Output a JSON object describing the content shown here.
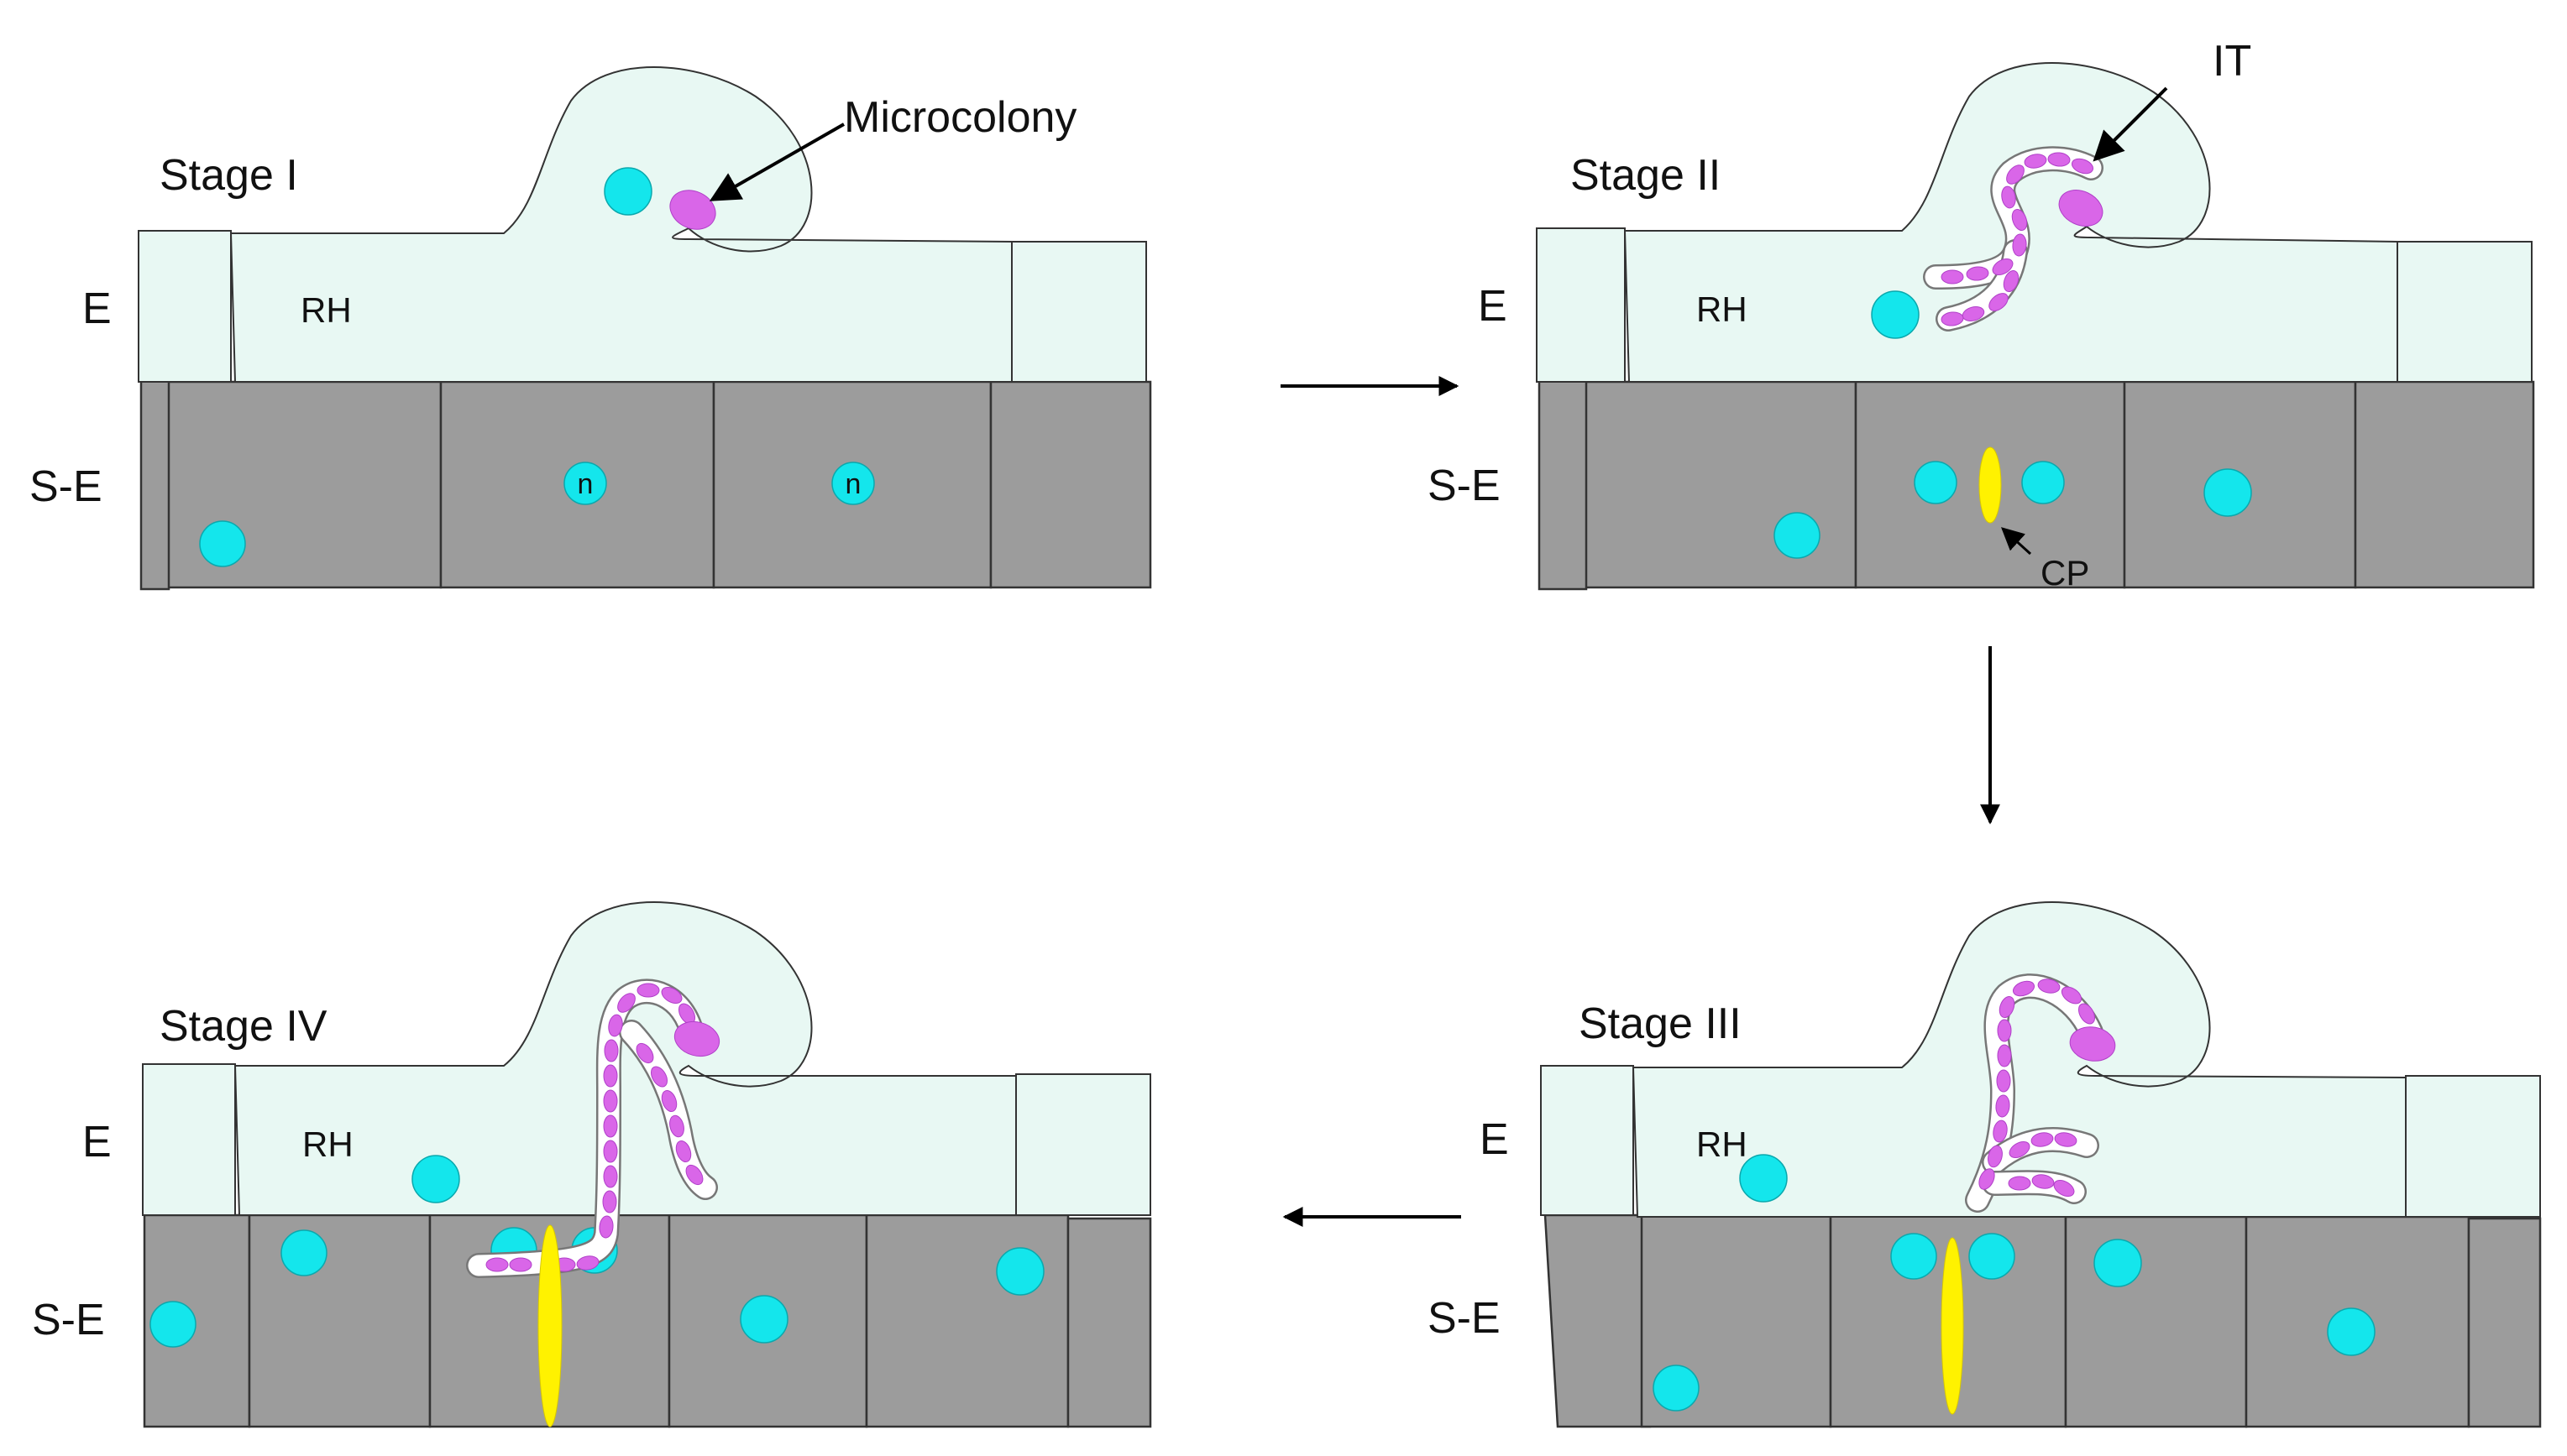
{
  "colors": {
    "epidermis": "#e8f8f3",
    "subepidermis": "#9c9c9c",
    "cell_line": "#333333",
    "nucleus": "#14e6ec",
    "bacteria": "#d966e8",
    "infection_thread_wall": "#ffffff",
    "cell_plate": "#fff200",
    "arrow": "#000000"
  },
  "labels": {
    "epidermis": "E",
    "sub_epidermis": "S-E",
    "root_hair": "RH",
    "nucleus": "n",
    "microcolony": "Microcolony",
    "infection_thread": "IT",
    "cell_plate": "CP"
  },
  "stages": [
    {
      "title": "Stage I"
    },
    {
      "title": "Stage II"
    },
    {
      "title": "Stage III"
    },
    {
      "title": "Stage IV"
    }
  ]
}
